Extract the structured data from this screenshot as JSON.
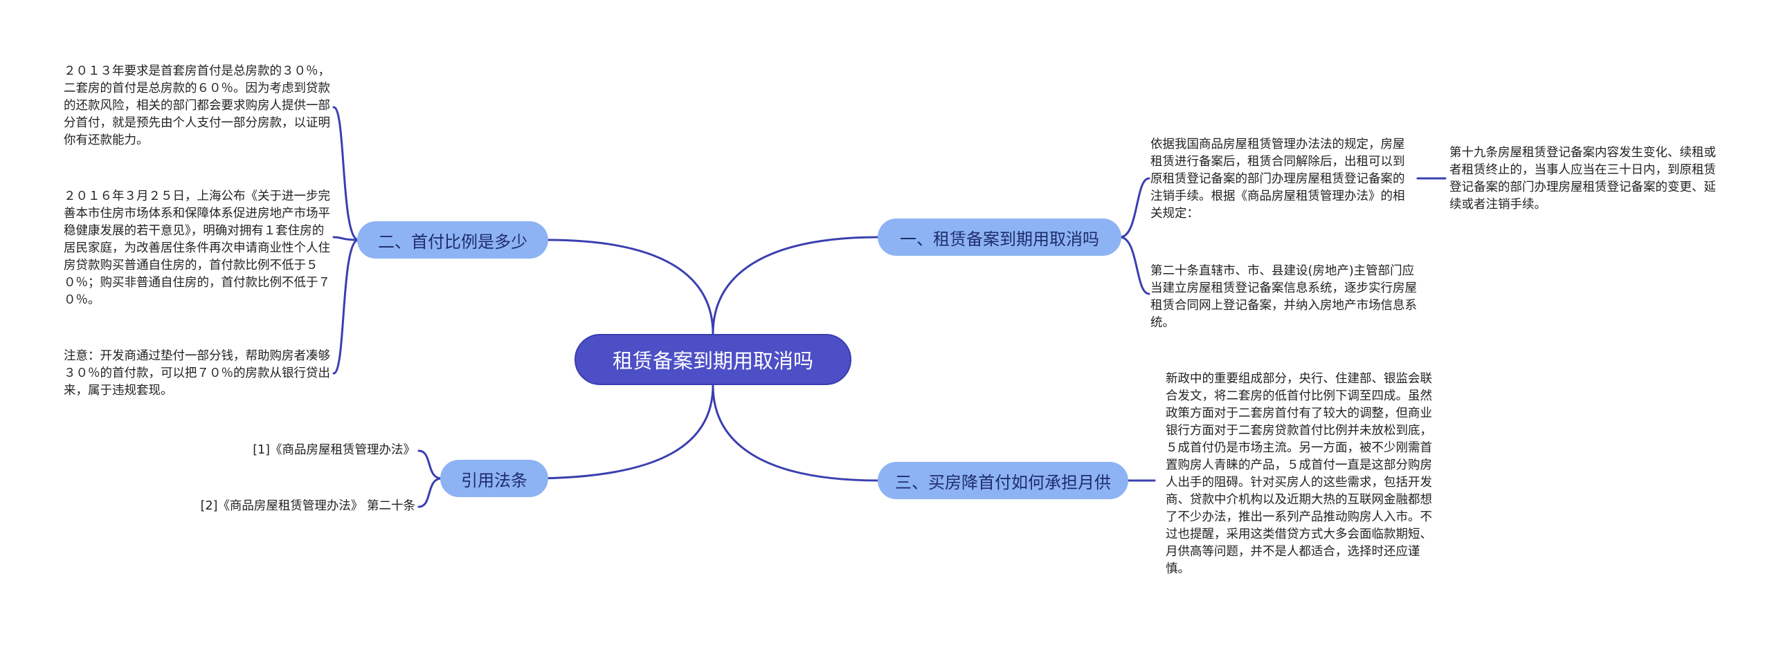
{
  "root": {
    "label": "租赁备案到期用取消吗"
  },
  "branches": {
    "b1": {
      "label": "一、租赁备案到期用取消吗"
    },
    "b2": {
      "label": "二、首付比例是多少"
    },
    "b3": {
      "label": "三、买房降首付如何承担月供"
    },
    "b4": {
      "label": "引用法条"
    }
  },
  "leaves": {
    "b1_1": "依据我国商品房屋租赁管理办法法的规定，房屋租赁进行备案后，租赁合同解除后，出租可以到原租赁登记备案的部门办理房屋租赁登记备案的注销手续。根据《商品房屋租赁管理办法》的相关规定：",
    "b1_1_1": "第十九条房屋租赁登记备案内容发生变化、续租或者租赁终止的，当事人应当在三十日内，到原租赁登记备案的部门办理房屋租赁登记备案的变更、延续或者注销手续。",
    "b1_2": "第二十条直辖市、市、县建设(房地产)主管部门应当建立房屋租赁登记备案信息系统，逐步实行房屋租赁合同网上登记备案，并纳入房地产市场信息系统。",
    "b2_1": "２０１３年要求是首套房首付是总房款的３０％，二套房的首付是总房款的６０％。因为考虑到贷款的还款风险，相关的部门都会要求购房人提供一部分首付，就是预先由个人支付一部分房款，以证明你有还款能力。",
    "b2_2": "２０１６年３月２５日，上海公布《关于进一步完善本市住房市场体系和保障体系促进房地产市场平稳健康发展的若干意见》，明确对拥有１套住房的居民家庭，为改善居住条件再次申请商业性个人住房贷款购买普通自住房的，首付款比例不低于５０％；购买非普通自住房的，首付款比例不低于７０％。",
    "b2_3": "注意：开发商通过垫付一部分钱，帮助购房者凑够３０％的首付款，可以把７０％的房款从银行贷出来，属于违规套现。",
    "b3_1": "新政中的重要组成部分，央行、住建部、银监会联合发文，将二套房的低首付比例下调至四成。虽然政策方面对于二套房首付有了较大的调整，但商业银行方面对于二套房贷款首付比例并未放松到底，５成首付仍是市场主流。另一方面，被不少刚需首置购房人青睐的产品，５成首付一直是这部分购房人出手的阻碍。针对买房人的这些需求，包括开发商、贷款中介机构以及近期大热的互联网金融都想了不少办法，推出一系列产品推动购房人入市。不过也提醒，采用这类借贷方式大多会面临款期短、月供高等问题，并不是人都适合，选择时还应谨慎。",
    "b4_1": "[1]《商品房屋租赁管理办法》",
    "b4_2": "[2]《商品房屋租赁管理办法》 第二十条"
  },
  "colors": {
    "root_bg": "#4d4fc6",
    "branch_bg": "#8db3f4",
    "connector": "#3a3fb0"
  }
}
